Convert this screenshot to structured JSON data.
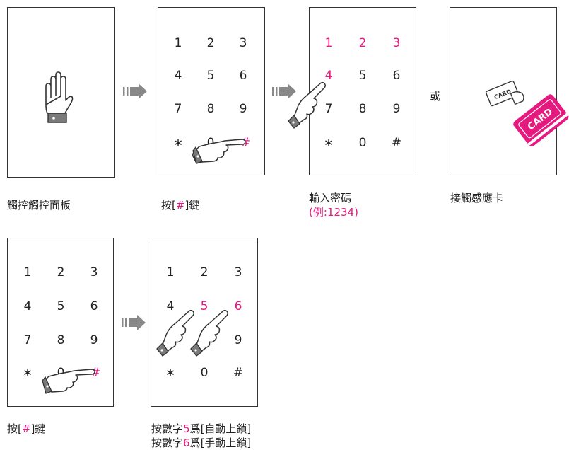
{
  "keypad": {
    "keys": [
      "1",
      "2",
      "3",
      "4",
      "5",
      "6",
      "7",
      "8",
      "9",
      "∗",
      "0",
      "#"
    ]
  },
  "captions": {
    "step1": "觸控觸控面板",
    "step2_prefix": "按[",
    "step2_key": "#",
    "step2_suffix": "]鍵",
    "step3_line1": "輸入密碼",
    "step3_line2": "(例:1234)",
    "step4": "接觸感應卡",
    "step5_prefix": "按[",
    "step5_key": "#",
    "step5_suffix": "]鍵",
    "step6_line1_prefix": "按數字",
    "step6_line1_num": "5",
    "step6_line1_suffix": "爲[自動上鎖]",
    "step6_line2_prefix": "按數字",
    "step6_line2_num": "6",
    "step6_line2_suffix": "爲[手動上鎖]"
  },
  "or_label": "或",
  "card": {
    "small_label": "CARD",
    "large_label": "CARD"
  },
  "colors": {
    "highlight": "#e6197f",
    "hand_cuff": "#7a7a7a",
    "arrow": "#888888"
  }
}
